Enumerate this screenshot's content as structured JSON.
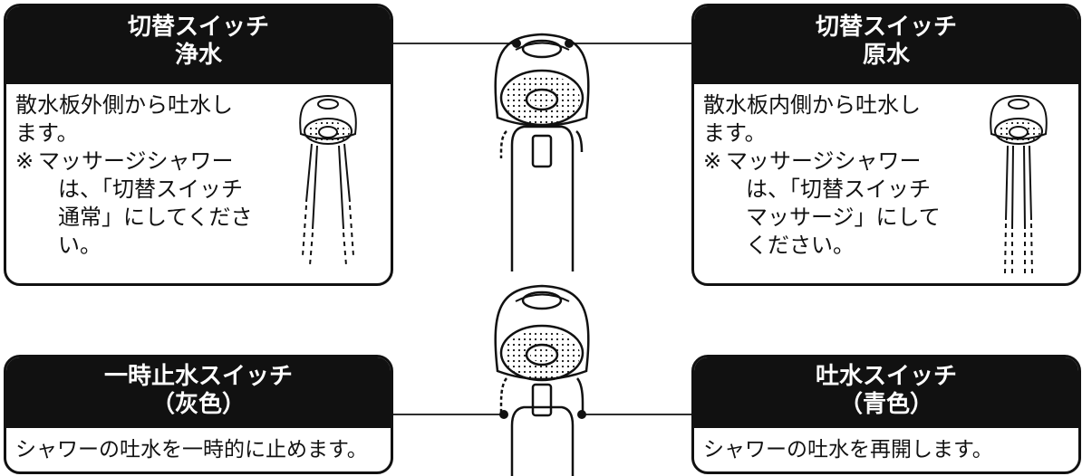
{
  "colors": {
    "label_background": "#111111",
    "label_text": "#ffffff",
    "line": "#111111"
  },
  "icons": [
    "faucet-head-icon",
    "shower-spray-outer-icon",
    "shower-spray-inner-icon"
  ],
  "panels": {
    "switch_pure": {
      "title_line1": "切替スイッチ",
      "title_line2": "浄水",
      "body_lines": [
        "散水板外側から吐水し",
        "ます。"
      ],
      "note_mark": "※",
      "note_lines": [
        "マッサージシャワー",
        "は、「切替スイッチ",
        "通常」にしてくださ",
        "い。"
      ]
    },
    "switch_raw": {
      "title_line1": "切替スイッチ",
      "title_line2": "原水",
      "body_lines": [
        "散水板内側から吐水し",
        "ます。"
      ],
      "note_mark": "※",
      "note_lines": [
        "マッサージシャワー",
        "は、「切替スイッチ",
        "マッサージ」にして",
        "ください。"
      ]
    },
    "pause_switch": {
      "title_line1": "一時止水スイッチ",
      "title_line2": "（灰色）",
      "description": "シャワーの吐水を一時的に止めます。"
    },
    "resume_switch": {
      "title_line1": "吐水スイッチ",
      "title_line2": "（青色）",
      "description": "シャワーの吐水を再開します。"
    }
  }
}
